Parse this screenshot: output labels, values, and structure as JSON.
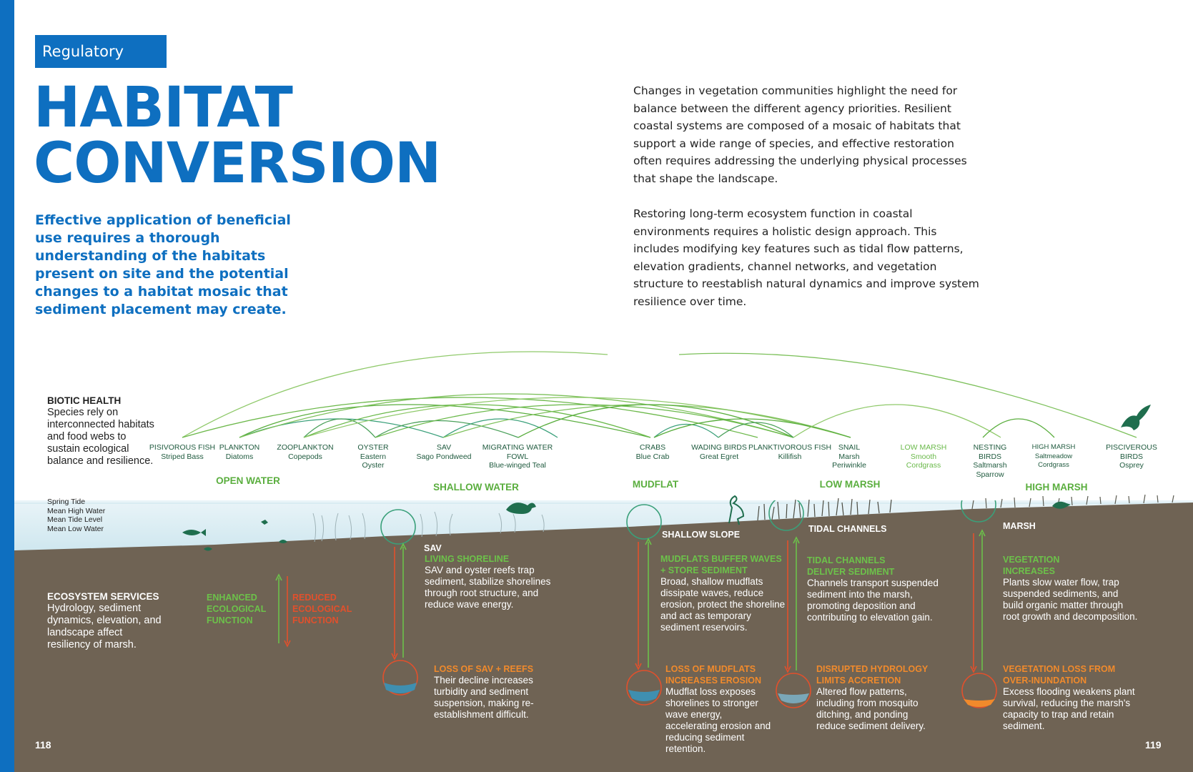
{
  "tag": "Regulatory",
  "title": {
    "line1": "HABITAT",
    "line2": "CONVERSION"
  },
  "lead": "Effective application of beneficial use requires a thorough understanding of the habitats present on site and the potential changes to a habitat mosaic that sediment placement may create.",
  "intro": [
    "Changes in vegetation communities highlight the need for balance between the different agency priorities. Resilient coastal systems are composed of a mosaic of habitats that support a wide range of species, and effective restoration often requires addressing the underlying physical processes that shape the landscape.",
    "Restoring long-term ecosystem function in coastal environments requires a holistic design approach. This includes modifying key features such as tidal flow patterns, elevation gradients, channel networks, and vegetation structure to reestablish natural dynamics and improve system resilience over time."
  ],
  "biotic_health": {
    "heading": "BIOTIC HEALTH",
    "text": "Species rely on interconnected habitats and food webs to sustain ecological balance and resilience."
  },
  "tides": [
    "Spring Tide",
    "Mean High Water",
    "Mean Tide Level",
    "Mean Low Water"
  ],
  "species": [
    {
      "group": "PISIVOROUS FISH",
      "name": "Striped Bass"
    },
    {
      "group": "PLANKTON",
      "name": "Diatoms"
    },
    {
      "group": "ZOOPLANKTON",
      "name": "Copepods"
    },
    {
      "group": "OYSTER",
      "name": "Eastern Oyster"
    },
    {
      "group": "SAV",
      "name": "Sago Pondweed"
    },
    {
      "group": "MIGRATING WATER FOWL",
      "name": "Blue-winged Teal"
    },
    {
      "group": "CRABS",
      "name": "Blue Crab"
    },
    {
      "group": "WADING BIRDS",
      "name": "Great Egret"
    },
    {
      "group": "PLANKTIVOROUS FISH",
      "name": "Killifish"
    },
    {
      "group": "SNAIL",
      "name": "Marsh Periwinkle"
    },
    {
      "group": "LOW MARSH",
      "name": "Smooth Cordgrass"
    },
    {
      "group": "NESTING BIRDS",
      "name": "Saltmarsh Sparrow"
    },
    {
      "group": "HIGH MARSH",
      "name": "Saltmeadow Cordgrass"
    },
    {
      "group": "PISCIVEROUS BIRDS",
      "name": "Osprey"
    }
  ],
  "habitats": [
    "OPEN WATER",
    "SHALLOW WATER",
    "MUDFLAT",
    "LOW MARSH",
    "HIGH MARSH"
  ],
  "ground_labels": [
    "SAV",
    "SHALLOW SLOPE",
    "TIDAL CHANNELS",
    "MARSH"
  ],
  "ecosystem_services": {
    "heading": "ECOSYSTEM SERVICES",
    "text": "Hydrology, sediment dynamics, elevation, and landscape affect resiliency of marsh."
  },
  "legend": {
    "enhanced": "ENHANCED ECOLOGICAL FUNCTION",
    "reduced": "REDUCED ECOLOGICAL FUNCTION"
  },
  "benefits": [
    {
      "heading": "LIVING SHORELINE",
      "text": "SAV and oyster reefs trap sediment, stabilize shorelines through root structure, and reduce wave energy."
    },
    {
      "heading": "MUDFLATS BUFFER WAVES + STORE SEDIMENT",
      "text": "Broad, shallow mudflats dissipate waves, reduce erosion, protect the shoreline and act as temporary sediment reservoirs."
    },
    {
      "heading": "TIDAL CHANNELS DELIVER SEDIMENT",
      "text": "Channels transport suspended sediment into the marsh, promoting deposition and contributing to elevation gain."
    },
    {
      "heading": "VEGETATION INCREASES",
      "text": "Plants slow water flow, trap suspended sediments, and build organic matter through root growth and decomposition."
    }
  ],
  "losses": [
    {
      "heading": "LOSS OF SAV + REEFS",
      "text": "Their decline increases turbidity and sediment suspension, making re-establishment difficult."
    },
    {
      "heading": "LOSS OF MUDFLATS INCREASES EROSION",
      "text": "Mudflat loss exposes shorelines to stronger wave energy, accelerating erosion and reducing sediment retention."
    },
    {
      "heading": "DISRUPTED HYDROLOGY LIMITS ACCRETION",
      "text": "Altered flow patterns, including from mosquito ditching, and ponding reduce sediment delivery."
    },
    {
      "heading": "VEGETATION LOSS FROM OVER-INUNDATION",
      "text": "Excess flooding weakens plant survival, reducing the marsh's capacity to trap and retain sediment."
    }
  ],
  "pages": {
    "left": "118",
    "right": "119"
  },
  "colors": {
    "brand_blue": "#0e6fc0",
    "ground": "#6f6354",
    "green": "#6cc24a",
    "orange": "#f08a2c",
    "red": "#e2502c",
    "dark_green": "#1f6e4e"
  }
}
